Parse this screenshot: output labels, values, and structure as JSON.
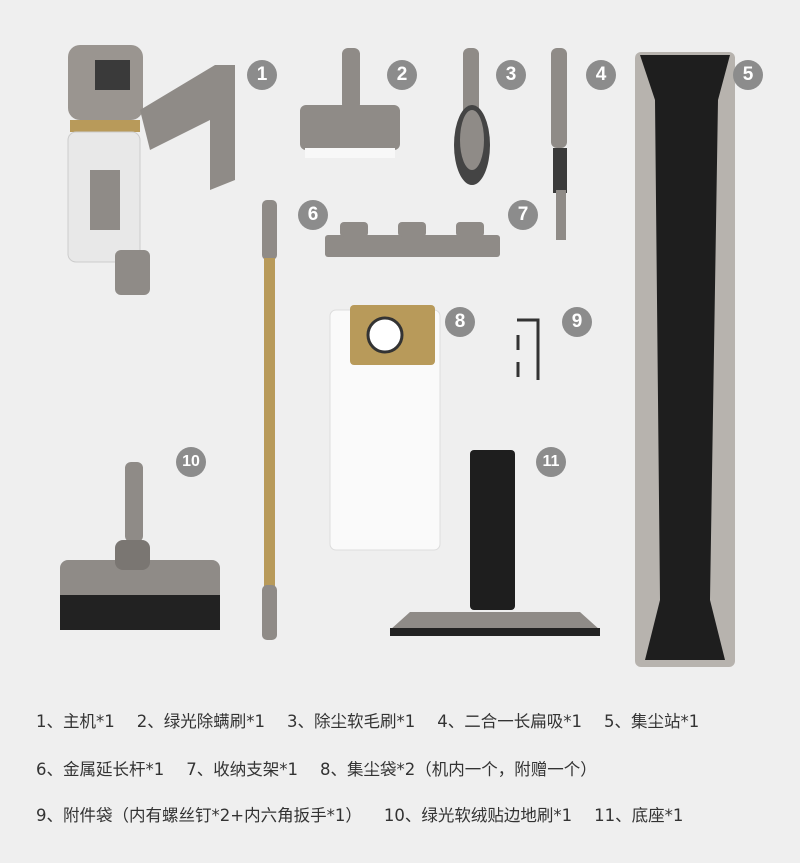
{
  "badges": [
    "1",
    "2",
    "3",
    "4",
    "5",
    "6",
    "7",
    "8",
    "9",
    "10",
    "11"
  ],
  "legend": {
    "line1": [
      "1、主机*1",
      "2、绿光除螨刷*1",
      "3、除尘软毛刷*1",
      "4、二合一长扁吸*1",
      "5、集尘站*1"
    ],
    "line2": [
      "6、金属延长杆*1",
      "7、收纳支架*1",
      "8、集尘袋*2（机内一个，附赠一个）"
    ],
    "line3": [
      "9、附件袋（内有螺丝钉*2+内六角扳手*1）",
      "10、绿光软绒贴边地刷*1",
      "11、底座*1"
    ]
  },
  "colors": {
    "background": "#efefef",
    "badge": "#8c8c8c",
    "product_gray": "#8f8b87",
    "gold": "#b89a5a",
    "dark": "#1e1e1e"
  }
}
